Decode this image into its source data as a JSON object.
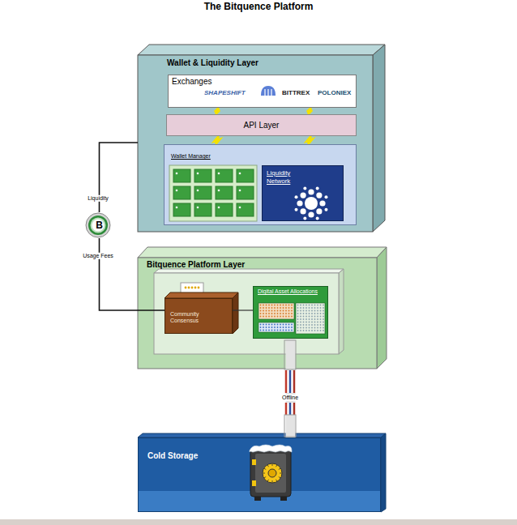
{
  "diagram": {
    "title": "The Bitquence Platform",
    "nodes": [
      {
        "text": [
          "Wallet & Liquidity Layer"
        ]
      },
      {
        "text": [
          "Exchanges",
          "SHAPESHIFT",
          "BITTREX",
          "POLONIEX"
        ],
        "in": 0
      },
      {
        "text": [
          "API Layer"
        ],
        "in": 0
      },
      {
        "text": [
          "Wallet Manager"
        ],
        "in": 0
      },
      {
        "text": [
          "Liquidity Network"
        ],
        "in": 3
      },
      {
        "text": [
          "B"
        ]
      },
      {
        "text": [
          "Bitquence Platform Layer"
        ]
      },
      {
        "text": [
          "Community Consensus"
        ],
        "in": 6
      },
      {
        "text": [
          "Digital Asset Allocations"
        ],
        "in": 6
      },
      {
        "text": [
          "Cold Storage"
        ]
      }
    ],
    "edges": [
      {
        "from": 1,
        "to": 2,
        "arrow": "none"
      },
      {
        "from": 2,
        "to": 3,
        "arrow": "none"
      },
      {
        "from": 0,
        "to": 5,
        "label": "Liquidity",
        "arrow": "none"
      },
      {
        "from": 5,
        "to": 7,
        "label": "Usage Fees",
        "arrow": "none"
      },
      {
        "from": 7,
        "to": 8,
        "arrow": "none"
      },
      {
        "from": 8,
        "to": 9,
        "label": "Offline",
        "arrow": "none"
      }
    ]
  }
}
